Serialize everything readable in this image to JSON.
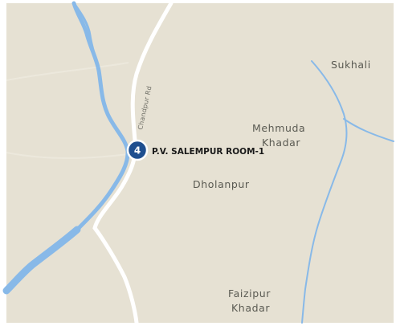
{
  "map": {
    "colors": {
      "land": "#e6e1d3",
      "water": "#88b9e8",
      "road": "#ffffff",
      "marker_fill": "#1f4f8f",
      "marker_ring": "#ffffff"
    },
    "road_name": "Chandpur Rd",
    "places": {
      "sukhali": "Sukhali",
      "mehmuda_1": "Mehmuda",
      "mehmuda_2": "Khadar",
      "dholanpur": "Dholanpur",
      "faizipur_1": "Faizipur",
      "faizipur_2": "Khadar"
    },
    "marker": {
      "number": "4",
      "label": "P.V. SALEMPUR ROOM-1",
      "icon": "map-pin-icon"
    }
  }
}
